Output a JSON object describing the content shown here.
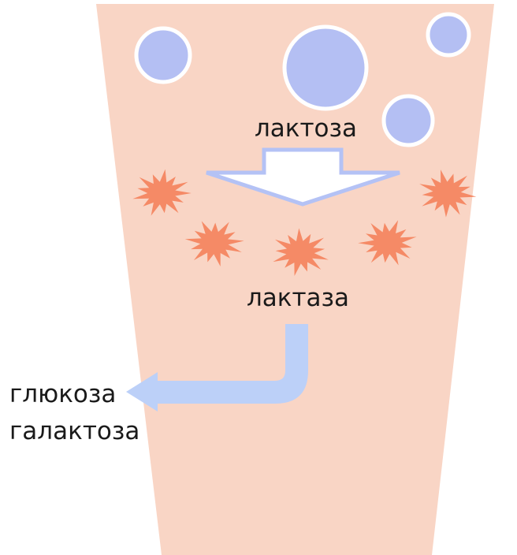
{
  "labels": {
    "substrate": "лактоза",
    "enzyme": "лактаза",
    "product_1": "глюкоза",
    "product_2": "галактоза"
  },
  "colors": {
    "background": "#ffffff",
    "intestine_fill": "#f9d5c5",
    "molecule_fill": "#b4bff3",
    "molecule_stroke": "#ffffff",
    "enzyme_fill": "#f58a66",
    "arrow_fill": "#ffffff",
    "arrow_stroke": "#b4c2f5",
    "outflow_fill": "#bcd0f8"
  },
  "icons": {
    "molecule": "circle",
    "enzyme": "spiky-star",
    "arrow_down": "block-arrow-down",
    "outflow": "curved-arrow-left"
  }
}
